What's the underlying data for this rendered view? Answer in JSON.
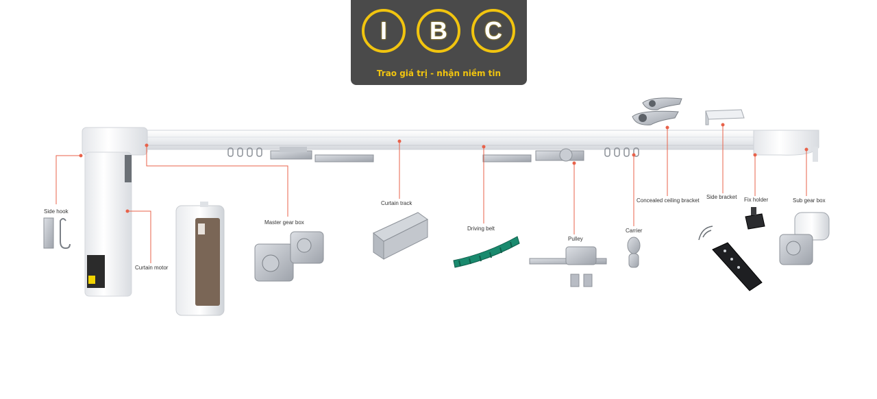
{
  "logo": {
    "letters": [
      "I",
      "B",
      "C"
    ],
    "tagline": "Trao giá trị - nhận niềm tin",
    "accent": "#f1c40f",
    "background": "#4a4a4a"
  },
  "parts": {
    "side_hook": "Side hook",
    "curtain_motor": "Curtain motor",
    "master_gear_box": "Master gear box",
    "curtain_track": "Curtain track",
    "driving_belt": "Driving belt",
    "pulley": "Pulley",
    "carrier": "Carrier",
    "concealed_ceiling_bracket": "Concealed ceiling bracket",
    "side_bracket": "Side bracket",
    "fix_holder": "Fix holder",
    "sub_gear_box": "Sub gear box"
  },
  "colors": {
    "leader": "#e8624a",
    "belt": "#1a8a6e",
    "metal": "#b8bcc4",
    "track": "#f2f3f5"
  }
}
